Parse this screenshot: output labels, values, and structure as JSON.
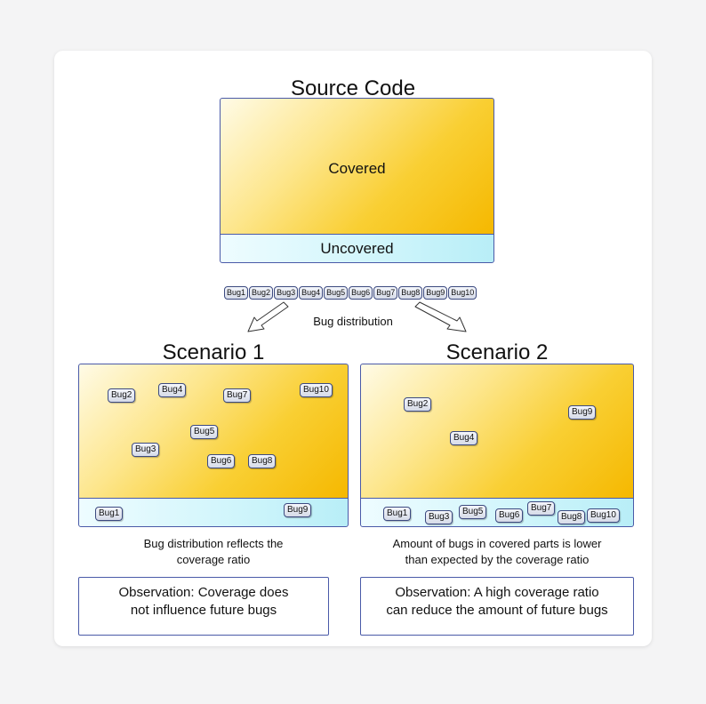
{
  "source": {
    "title": "Source Code",
    "covered_label": "Covered",
    "uncovered_label": "Uncovered"
  },
  "distribution": {
    "bugs": [
      "Bug1",
      "Bug2",
      "Bug3",
      "Bug4",
      "Bug5",
      "Bug6",
      "Bug7",
      "Bug8",
      "Bug9",
      "Bug10"
    ],
    "label": "Bug distribution"
  },
  "scenario1": {
    "title": "Scenario 1",
    "covered_bugs": [
      "Bug2",
      "Bug4",
      "Bug7",
      "Bug10",
      "Bug5",
      "Bug3",
      "Bug6",
      "Bug8"
    ],
    "uncovered_bugs": [
      "Bug1",
      "Bug9"
    ],
    "caption": [
      "Bug distribution reflects the",
      "coverage ratio"
    ],
    "observation": [
      "Observation: Coverage does",
      "not influence future bugs"
    ]
  },
  "scenario2": {
    "title": "Scenario 2",
    "covered_bugs": [
      "Bug2",
      "Bug9",
      "Bug4"
    ],
    "uncovered_bugs": [
      "Bug1",
      "Bug3",
      "Bug5",
      "Bug6",
      "Bug7",
      "Bug8",
      "Bug10"
    ],
    "caption": [
      "Amount of bugs in covered parts is lower",
      "than expected by the coverage ratio"
    ],
    "observation": [
      "Observation: A high coverage ratio",
      "can reduce the amount of future bugs"
    ]
  },
  "colors": {
    "covered": "#f9cf33",
    "uncovered": "#cff5fb",
    "border": "#4a5aa8"
  }
}
